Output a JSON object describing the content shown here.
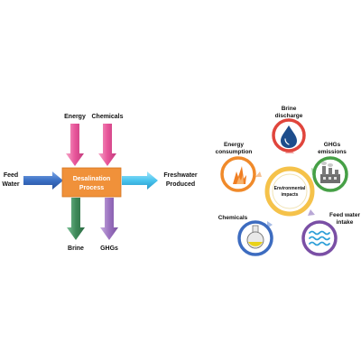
{
  "process_diagram": {
    "center_box": {
      "line1": "Desalination",
      "line2": "Process"
    },
    "inputs_top": {
      "energy": "Energy",
      "chemicals": "Chemicals"
    },
    "input_left": {
      "line1": "Feed",
      "line2": "Water"
    },
    "output_right": {
      "line1": "Freshwater",
      "line2": "Produced"
    },
    "outputs_bottom": {
      "brine": "Brine",
      "ghgs": "GHGs"
    }
  },
  "impacts_diagram": {
    "center": {
      "line1": "Environmental",
      "line2": "impacts"
    },
    "nodes": {
      "brine": {
        "line1": "Brine",
        "line2": "discharge"
      },
      "ghg": {
        "line1": "GHGs",
        "line2": "emissions"
      },
      "feed": {
        "line1": "Feed water",
        "line2": "intake"
      },
      "chem": {
        "line1": "Chemicals"
      },
      "energy": {
        "line1": "Energy",
        "line2": "consumption"
      }
    }
  },
  "colors": {
    "process_box": "#f0913a",
    "energy_arrow": "#e8559a",
    "feed_arrow": "#3a6fc4",
    "freshwater_arrow": "#49c4ee",
    "brine_arrow": "#3f8a5a",
    "ghgs_arrow": "#9b72c0",
    "ring_red": "#e0453c",
    "ring_green": "#46a046",
    "ring_purple": "#7a4fa5",
    "ring_blue": "#3d6cc0",
    "ring_orange": "#f08a2a",
    "center_ring": "#f5c24a"
  }
}
